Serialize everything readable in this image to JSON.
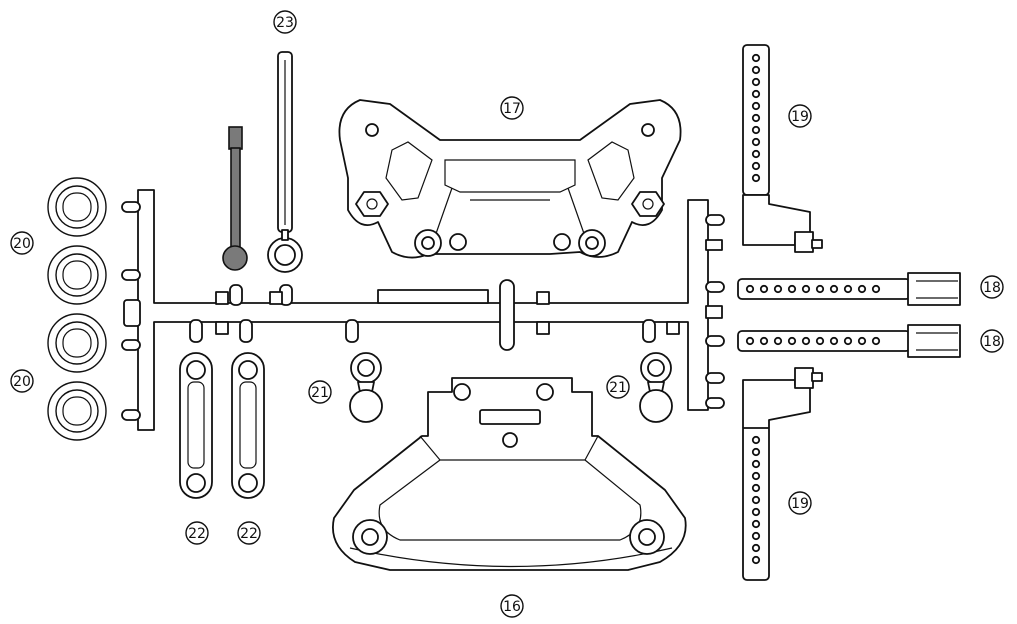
{
  "diagram": {
    "colors": {
      "line": "#111111",
      "shade": "#7a7a7a",
      "background": "#ffffff"
    },
    "labels": {
      "p16": "16",
      "p17": "17",
      "p18a": "18",
      "p18b": "18",
      "p19a": "19",
      "p19b": "19",
      "p20a": "20",
      "p20b": "20",
      "p21a": "21",
      "p21b": "21",
      "p22a": "22",
      "p22b": "22",
      "p23": "23"
    }
  }
}
